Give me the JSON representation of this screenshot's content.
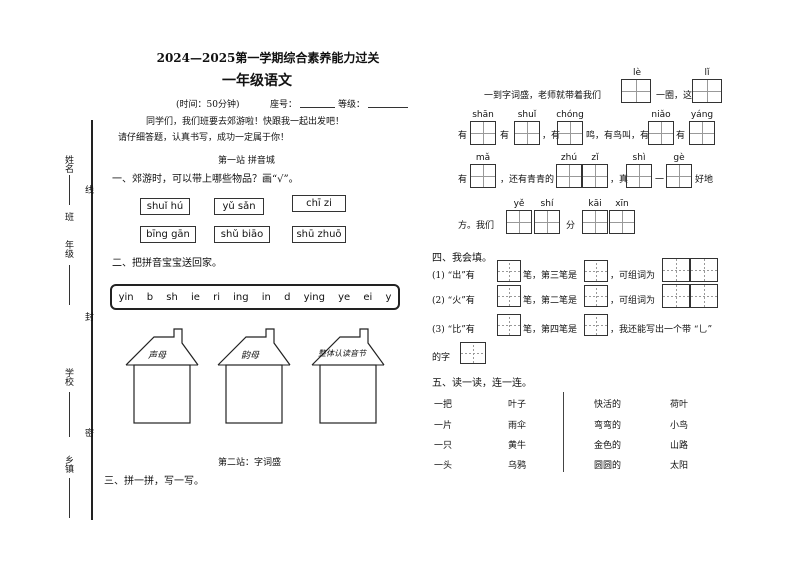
{
  "header": {
    "title": "2024—2025第一学期综合素养能力过关",
    "subject": "一年级语文",
    "time_label": "(时间：50分钟)",
    "seat_label": "座号：",
    "grade_label": "等级：",
    "greeting1": "同学们，我们班要去郊游啦！快跟我一起出发吧！",
    "greeting2": "请仔细答题，认真书写，成功一定属于你！"
  },
  "margin": {
    "name": "姓名",
    "line": "线",
    "class": "班",
    "grade": "年级",
    "seal": "封",
    "school": "学校",
    "secret": "密",
    "town": "乡镇"
  },
  "station1": {
    "title": "第一站  拼音城",
    "q1": "一、郊游时，可以带上哪些物品？画“√”。",
    "items": [
      "shuǐ hú",
      "yǔ sǎn",
      "chī zi",
      "bīng gān",
      "shǔ biāo",
      "shū zhuō"
    ],
    "q2": "二、把拼音宝宝送回家。",
    "syllables": [
      "yin",
      "b",
      "sh",
      "ie",
      "ri",
      "ing",
      "in",
      "d",
      "ying",
      "ye",
      "ei",
      "y"
    ],
    "houses": [
      "声母",
      "韵母",
      "整体认读音节"
    ]
  },
  "station2": {
    "title": "第二站：字词盛",
    "q3": "三、拼一拼，写一写。"
  },
  "passage": {
    "line1_text": "一到字词盛，老师就带着我们",
    "line1_py": [
      "lè",
      "lǐ"
    ],
    "line1_after1": "一圈，这",
    "line2_py": [
      "shān",
      "shuǐ",
      "chóng",
      "niǎo",
      "yáng"
    ],
    "line2_you": "有",
    "line2_text1": "，有",
    "line2_text2": "鸣，有鸟叫，有",
    "line3_py": [
      "mǎ",
      "zhú",
      "zǐ",
      "shì",
      "gè"
    ],
    "line3_text1": "，还有青青的",
    "line3_text2": "，真",
    "line3_text3": "一",
    "line3_text4": "好地",
    "line4_text": "方。我们",
    "line4_py": [
      "yě",
      "shí",
      "kāi",
      "xīn"
    ],
    "line4_fen": "分"
  },
  "q4": {
    "title": "四、我会填。",
    "l1a": "(1) “出”有",
    "l1b": "笔，第三笔是",
    "l1c": "，可组词为",
    "l2a": "(2) “火”有",
    "l2b": "笔，第二笔是",
    "l2c": "，可组词为",
    "l3a": "(3) “比”有",
    "l3b": "笔，第四笔是",
    "l3c": "，我还能写出一个带 “乚”",
    "l4": "的字"
  },
  "q5": {
    "title": "五、读一读，连一连。",
    "left": [
      "一把",
      "一片",
      "一只",
      "一头"
    ],
    "leftMatch": [
      "叶子",
      "雨伞",
      "黄牛",
      "乌鸦"
    ],
    "right": [
      "快活的",
      "弯弯的",
      "金色的",
      "圆圆的"
    ],
    "rightMatch": [
      "荷叶",
      "小鸟",
      "山路",
      "太阳"
    ]
  }
}
